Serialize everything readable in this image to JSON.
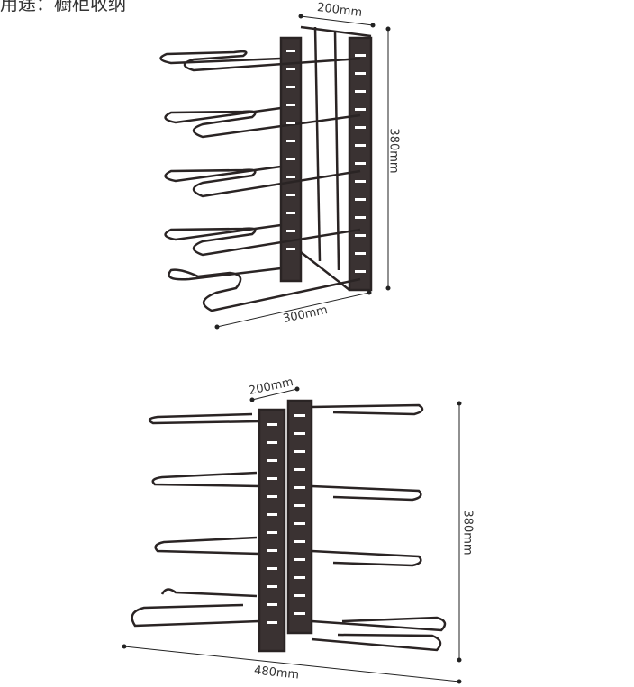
{
  "caption": "用途：橱柜收纳",
  "top_rack": {
    "width": "200mm",
    "height": "380mm",
    "depth": "300mm"
  },
  "bottom_rack": {
    "width": "200mm",
    "height": "380mm",
    "length": "480mm"
  },
  "colors": {
    "rack": "#2a2424",
    "dimension_line": "#222222"
  }
}
